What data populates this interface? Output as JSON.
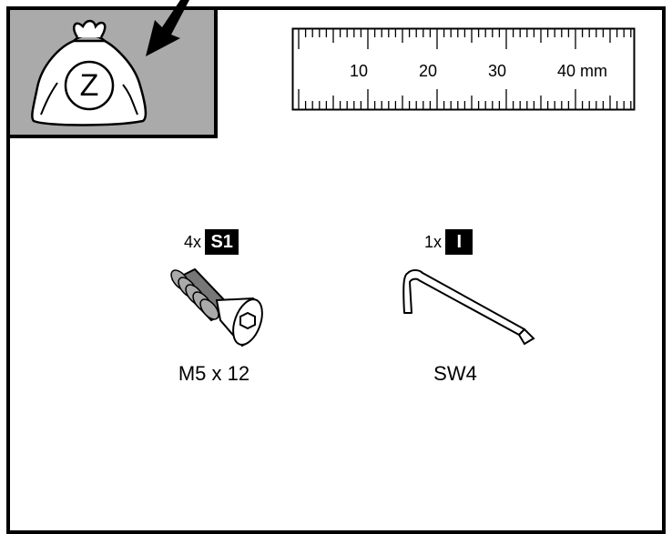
{
  "bag": {
    "letter": "Z"
  },
  "ruler": {
    "ticks": [
      "10",
      "20",
      "30",
      "40 mm"
    ]
  },
  "parts": [
    {
      "qty": "4x",
      "code": "S1",
      "name": "M5 x 12"
    },
    {
      "qty": "1x",
      "code": "I",
      "name": "SW4"
    }
  ],
  "colors": {
    "panel": "#aaaaaa",
    "ink": "#000000",
    "label_bg": "#000000",
    "label_fg": "#ffffff"
  },
  "icons": [
    "bag-icon",
    "arrow-icon",
    "ruler-icon",
    "screw-icon",
    "hex-key-icon"
  ]
}
